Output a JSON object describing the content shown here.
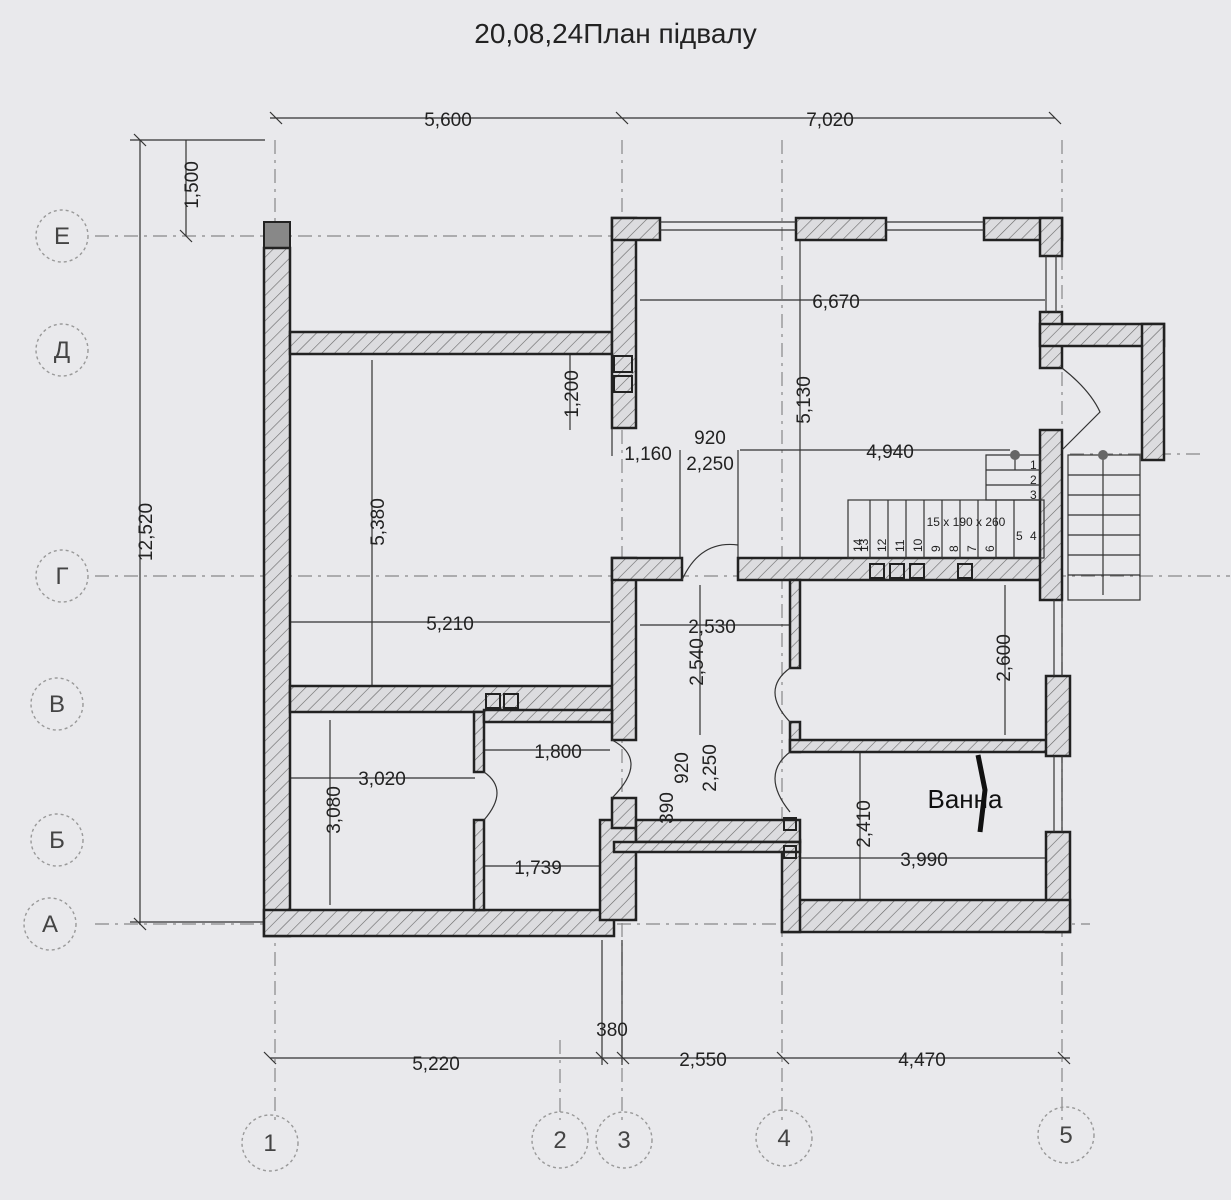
{
  "title": "20,08,24План підвалу",
  "axes": {
    "rows": [
      "Е",
      "Д",
      "Г",
      "В",
      "Б",
      "А"
    ],
    "columns": [
      "1",
      "2",
      "3",
      "4",
      "5"
    ]
  },
  "dimensions": {
    "top_left": "5,600",
    "top_right": "7,020",
    "left_overall": "12,520",
    "left_top": "1,500",
    "bottom_a": "5,220",
    "bottom_b": "380",
    "bottom_c": "2,550",
    "bottom_d": "4,470",
    "hall_width": "6,670",
    "hall_height": "5,130",
    "hall_lower": "4,940",
    "room_big_height": "5,380",
    "room_big_width": "5,210",
    "niche": "1,200",
    "w1160": "1,160",
    "w920a": "920",
    "w2250a": "2,250",
    "corr_width": "2,530",
    "corr_height": "2,540",
    "room_right_height": "2,600",
    "w920b": "920",
    "w2250b": "2,250",
    "w390": "390",
    "small_room_height": "3,080",
    "small_room_width": "3,020",
    "closet_width": "1,800",
    "closet_lower": "1,739",
    "bath_height": "2,410",
    "bath_width": "3,990",
    "stairs": "15 x 190 x 260"
  },
  "rooms": {
    "bath": "Ванна"
  },
  "stair_steps": [
    "1",
    "2",
    "3",
    "4",
    "5",
    "6",
    "7",
    "8",
    "9",
    "10",
    "11",
    "12",
    "13",
    "14"
  ]
}
